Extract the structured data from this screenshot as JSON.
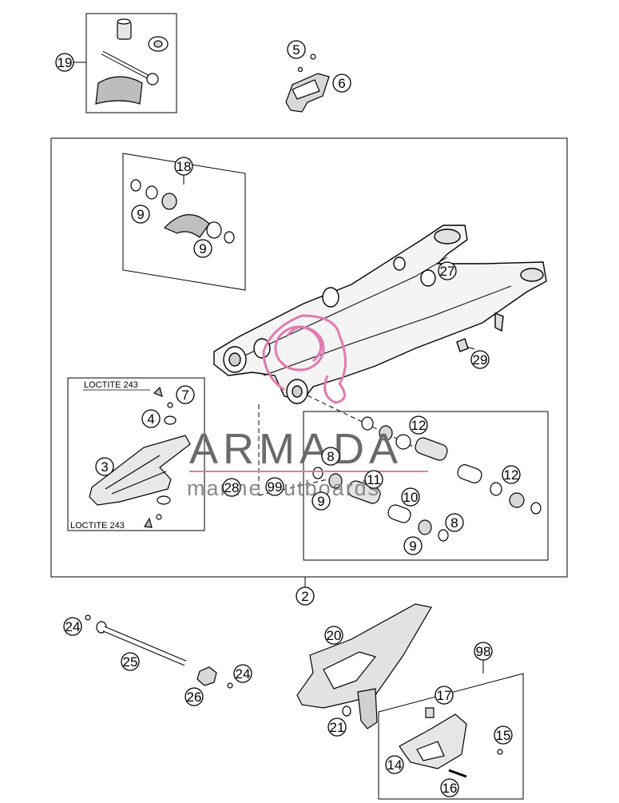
{
  "callouts": [
    "19",
    "5",
    "6",
    "18",
    "9",
    "9",
    "27",
    "29",
    "7",
    "4",
    "3",
    "28",
    "99",
    "8",
    "11",
    "12",
    "10",
    "12",
    "9",
    "8",
    "9",
    "2",
    "24",
    "25",
    "26",
    "24",
    "20",
    "21",
    "98",
    "17",
    "15",
    "14",
    "16"
  ],
  "notes": [
    "LOCTITE 243",
    "LOCTITE 243"
  ],
  "watermark": {
    "brand": "ARMADA",
    "tagline": "marine outboards",
    "accent_color": "#e07ab0"
  },
  "colors": {
    "line": "#000000",
    "part_fill": "#ffffff",
    "shade": "#cfcfcf"
  }
}
